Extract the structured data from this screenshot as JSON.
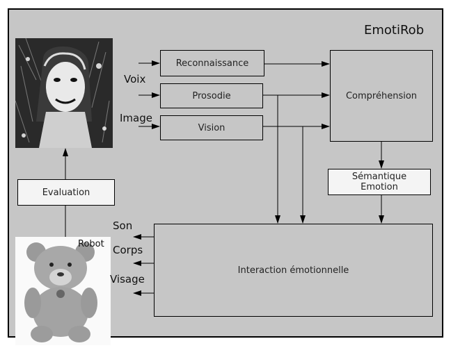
{
  "title": "EmotiRob",
  "boxes": {
    "reconnaissance": "Reconnaissance",
    "prosodie": "Prosodie",
    "vision": "Vision",
    "comprehension": "Compréhension",
    "semantique_line1": "Sémantique",
    "semantique_line2": "Emotion",
    "evaluation": "Evaluation",
    "interaction": "Interaction émotionnelle"
  },
  "inputs": {
    "voix": "Voix",
    "image": "Image"
  },
  "outputs": {
    "son": "Son",
    "corps": "Corps",
    "visage": "Visage"
  },
  "robot_label": "Robot",
  "images": {
    "child": "child-photo",
    "teddy": "teddy-bear-photo"
  }
}
